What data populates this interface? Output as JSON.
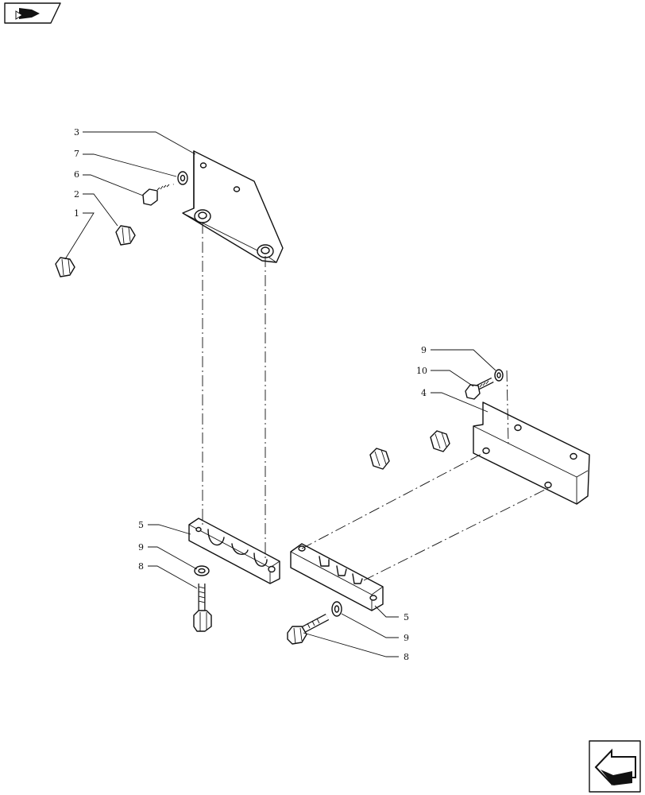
{
  "navigation": {
    "top_left_icon": "back-arrow-icon",
    "bottom_right_icon": "next-page-arrow-icon"
  },
  "callouts": {
    "c1": "1",
    "c2": "2",
    "c3": "3",
    "c4": "4",
    "c5a": "5",
    "c5b": "5",
    "c6": "6",
    "c7": "7",
    "c8a": "8",
    "c8b": "8",
    "c9a": "9",
    "c9b": "9",
    "c9c": "9",
    "c10": "10"
  }
}
